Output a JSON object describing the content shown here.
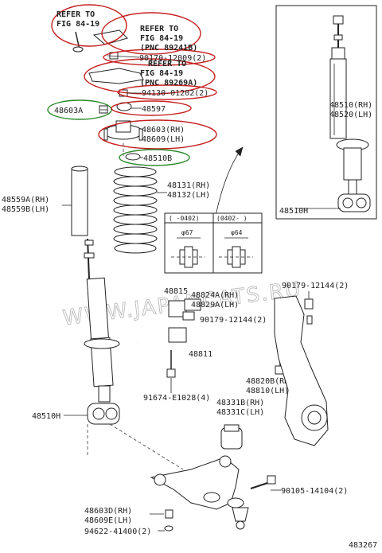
{
  "diagram_number": "483267",
  "watermark": "WWW.JAPANCATS.RU",
  "refer_notes": {
    "top": [
      "REFER TO",
      "FIG 84-19"
    ],
    "mid": [
      "REFER TO",
      "FIG 84-19",
      "(PNC 89241B)"
    ],
    "low": [
      "REFER TO",
      "FIG 84-19",
      "(PNC 89269A)"
    ]
  },
  "labels": {
    "p90170": "90170-12009(2)",
    "p94130": "94130-01202(2)",
    "p48603A": "48603A",
    "p48597": "48597",
    "p48603": [
      "48603(RH)",
      "48609(LH)"
    ],
    "p48510B": "48510B",
    "p48510_top": [
      "48510(RH)",
      "48520(LH)"
    ],
    "p48510H_inset": "48510H",
    "p48131": [
      "48131(RH)",
      "48132(LH)"
    ],
    "p48559A": [
      "48559A(RH)",
      "48559B(LH)"
    ],
    "spec_cols": [
      "( -0402)",
      "(0402- )"
    ],
    "spec_dims": [
      "φ67",
      "φ64"
    ],
    "p48815": "48815",
    "p48824": [
      "48824A(RH)",
      "48829A(LH)"
    ],
    "p90179_right": "90179-12144(2)",
    "p90179_mid": "90179-12144(2)",
    "p48811": "48811",
    "p48820": [
      "48820B(RH)",
      "48810(LH)"
    ],
    "p91674": "91674-E1028(4)",
    "p48331": [
      "48331B(RH)",
      "48331C(LH)"
    ],
    "p48510H_bottom": "48510H",
    "p90105": "90105-14104(2)",
    "p48603D": [
      "48603D(RH)",
      "48609E(LH)"
    ],
    "p94622": "94622-41400(2)"
  },
  "highlight_colors": {
    "red": "#c62020",
    "green": "#2a8a2a"
  }
}
